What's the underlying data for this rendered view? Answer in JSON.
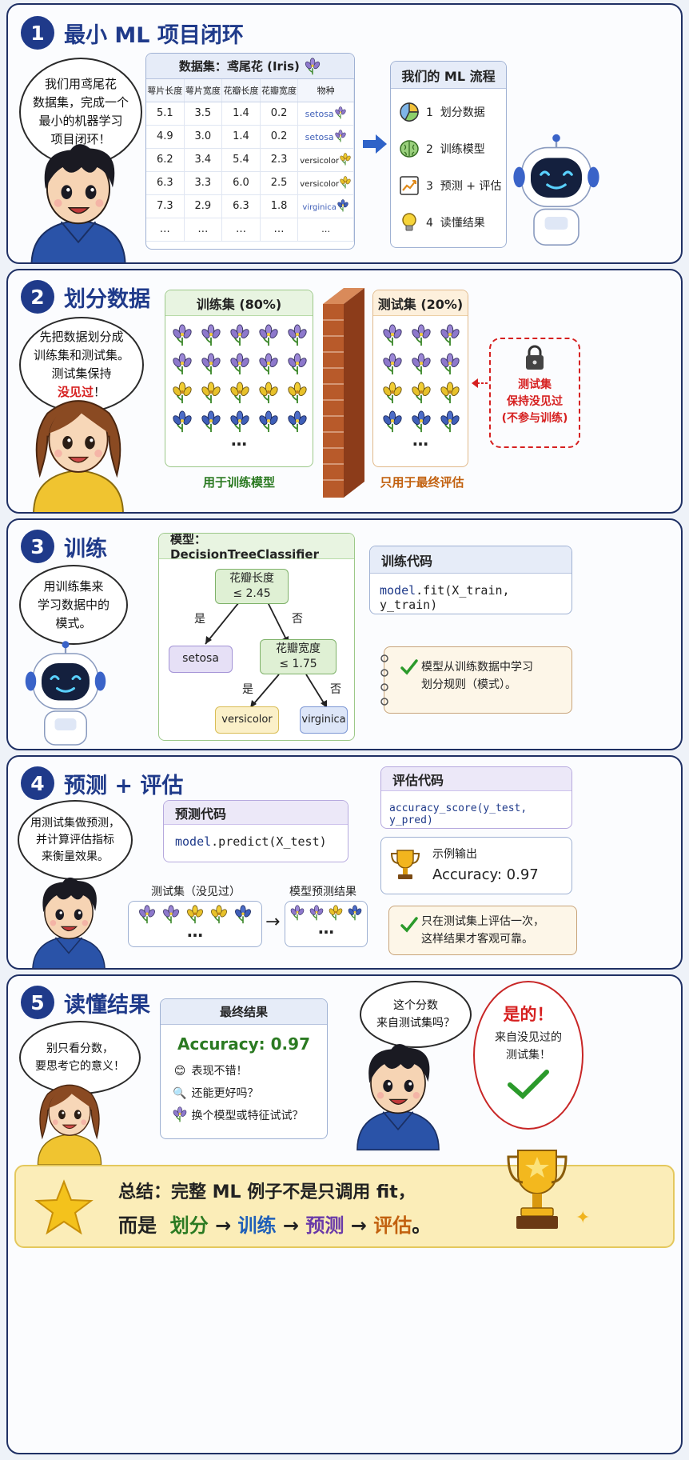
{
  "s1": {
    "num": "1",
    "title": "最小 ML 项目闭环",
    "bubble": [
      "我们用鸢尾花",
      "数据集，完成一个",
      "最小的机器学习",
      "项目闭环！"
    ],
    "table": {
      "title": "数据集：鸢尾花 (Iris)",
      "headers": [
        "萼片长度",
        "萼片宽度",
        "花瓣长度",
        "花瓣宽度",
        "物种"
      ],
      "rows": [
        [
          "5.1",
          "3.5",
          "1.4",
          "0.2",
          "setosa"
        ],
        [
          "4.9",
          "3.0",
          "1.4",
          "0.2",
          "setosa"
        ],
        [
          "6.2",
          "3.4",
          "5.4",
          "2.3",
          "versicolor"
        ],
        [
          "6.3",
          "3.3",
          "6.0",
          "2.5",
          "versicolor"
        ],
        [
          "7.3",
          "2.9",
          "6.3",
          "1.8",
          "virginica"
        ],
        [
          "…",
          "…",
          "…",
          "…",
          "…"
        ]
      ]
    },
    "flow": {
      "title": "我们的 ML 流程",
      "items": [
        {
          "label": "1  划分数据",
          "icon": "pie-chart-icon"
        },
        {
          "label": "2  训练模型",
          "icon": "brain-icon"
        },
        {
          "label": "3  预测 + 评估",
          "icon": "trend-chart-icon"
        },
        {
          "label": "4  读懂结果",
          "icon": "lightbulb-icon"
        }
      ]
    }
  },
  "s2": {
    "num": "2",
    "title": "划分数据",
    "bubble": [
      "先把数据划分成",
      "训练集和测试集。",
      "测试集保持"
    ],
    "bubble_red": "没见过",
    "bubble_end": "！",
    "train": {
      "title": "训练集 (80%)",
      "caption": "用于训练模型"
    },
    "test": {
      "title": "测试集 (20%)",
      "caption": "只用于最终评估"
    },
    "lock": [
      "测试集",
      "保持没见过",
      "(不参与训练)"
    ],
    "dots": "…"
  },
  "s3": {
    "num": "3",
    "title": "训练",
    "bubble": [
      "用训练集来",
      "学习数据中的",
      "模式。"
    ],
    "model_title": "模型：DecisionTreeClassifier",
    "n1": [
      "花瓣长度",
      "≤ 2.45"
    ],
    "n2": [
      "花瓣宽度",
      "≤ 1.75"
    ],
    "yes": "是",
    "no": "否",
    "leaf1": "setosa",
    "leaf2": "versicolor",
    "leaf3": "virginica",
    "code_title": "训练代码",
    "code_obj": "model",
    "code_rest": ".fit(X_train, y_train)",
    "note": [
      "模型从训练数据中学习",
      "划分规则（模式）。"
    ]
  },
  "s4": {
    "num": "4",
    "title": "预测 + 评估",
    "bubble": [
      "用测试集做预测，",
      "并计算评估指标",
      "来衡量效果。"
    ],
    "pred_title": "预测代码",
    "pred_obj": "model",
    "pred_rest": ".predict(X_test)",
    "eval_title": "评估代码",
    "eval_code": "accuracy_score(y_test, y_pred)",
    "out_title": "示例输出",
    "out_value": "Accuracy: 0.97",
    "test_label": "测试集（没见过）",
    "pred_label": "模型预测结果",
    "dots": "…",
    "note": [
      "只在测试集上评估一次，",
      "这样结果才客观可靠。"
    ]
  },
  "s5": {
    "num": "5",
    "title": "读懂结果",
    "bubble": [
      "别只看分数，",
      "要思考它的意义！"
    ],
    "final_title": "最终结果",
    "final_value": "Accuracy: 0.97",
    "items": [
      "表现不错！",
      "还能更好吗？",
      "换个模型或特征试试？"
    ],
    "q": [
      "这个分数",
      "来自测试集吗？"
    ],
    "ans_big": "是的！",
    "ans": [
      "来自没见过的",
      "测试集！"
    ],
    "summary1": "总结：完整 ML 例子不是只调用 fit，",
    "s_prefix": "而是",
    "w1": "划分",
    "w2": "训练",
    "w3": "预测",
    "w4": "评估",
    "arrow": "→",
    "end": "。"
  },
  "colors": {
    "navy": "#1f3a8a",
    "purple": "#8a78c8",
    "yellow": "#e9c12c",
    "blue": "#3f5fb8",
    "green": "#2b7a22",
    "orange": "#c2610f",
    "red": "#d62020"
  }
}
